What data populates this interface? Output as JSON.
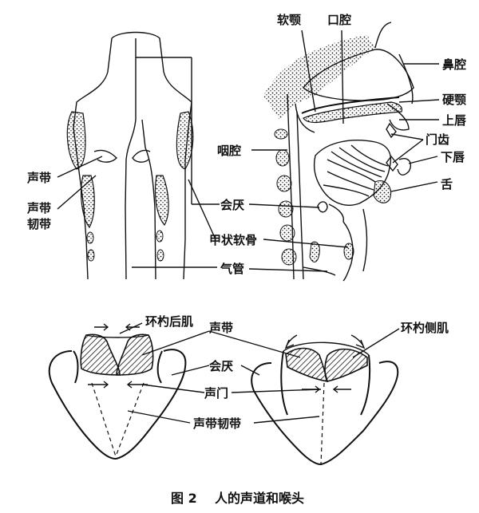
{
  "labels": {
    "soft_palate": "软颚",
    "oral_cavity": "口腔",
    "nasal_cavity": "鼻腔",
    "hard_palate": "硬颚",
    "upper_lip": "上唇",
    "teeth": "门齿",
    "lower_lip": "下唇",
    "pharynx": "咽腔",
    "tongue": "舌",
    "epiglottis": "会厌",
    "thyroid_cartilage": "甲状软骨",
    "trachea": "气管",
    "vocal_cords": "声带",
    "vocal_ligament": "声带\n韧带",
    "posterior_cricoarytenoid": "环杓后肌",
    "lateral_cricoarytenoid": "环杓侧肌",
    "vocal_cords_2": "声带",
    "epiglottis_2": "会厌",
    "glottis": "声门",
    "vocal_ligament_2": "声带韧带"
  },
  "caption": "图 2    人的声道和喉头",
  "colors": {
    "ink": "#111111",
    "background": "#ffffff"
  }
}
